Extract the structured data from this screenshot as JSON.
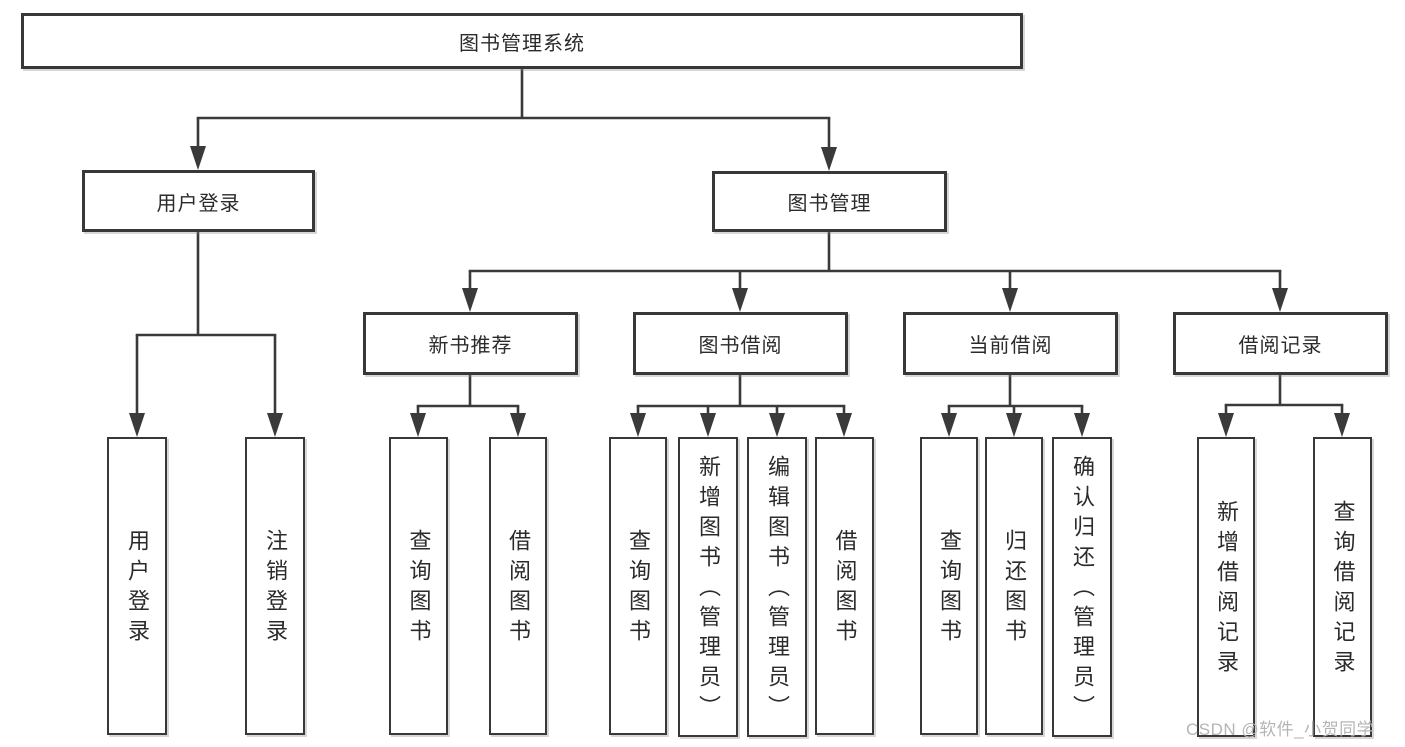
{
  "nodes": {
    "root": "图书管理系统",
    "user_login": "用户登录",
    "book_mgmt": "图书管理",
    "new_book_rec": "新书推荐",
    "book_borrow": "图书借阅",
    "current_borrow": "当前借阅",
    "borrow_record": "借阅记录",
    "leaf_user_login": "用户登录",
    "leaf_logout": "注销登录",
    "rec_query": "查询图书",
    "rec_borrow": "借阅图书",
    "bb_query": "查询图书",
    "bb_add": "新增图书（管理员）",
    "bb_edit": "编辑图书（管理员）",
    "bb_borrow": "借阅图书",
    "cb_query": "查询图书",
    "cb_return": "归还图书",
    "cb_confirm": "确认归还（管理员）",
    "br_add": "新增借阅记录",
    "br_query": "查询借阅记录"
  },
  "watermark": "CSDN @软件_小贺同学",
  "colors": {
    "line": "#3a3a3a",
    "text": "#2b2b2b",
    "watermark": "#b5b5b5",
    "background": "#ffffff"
  }
}
